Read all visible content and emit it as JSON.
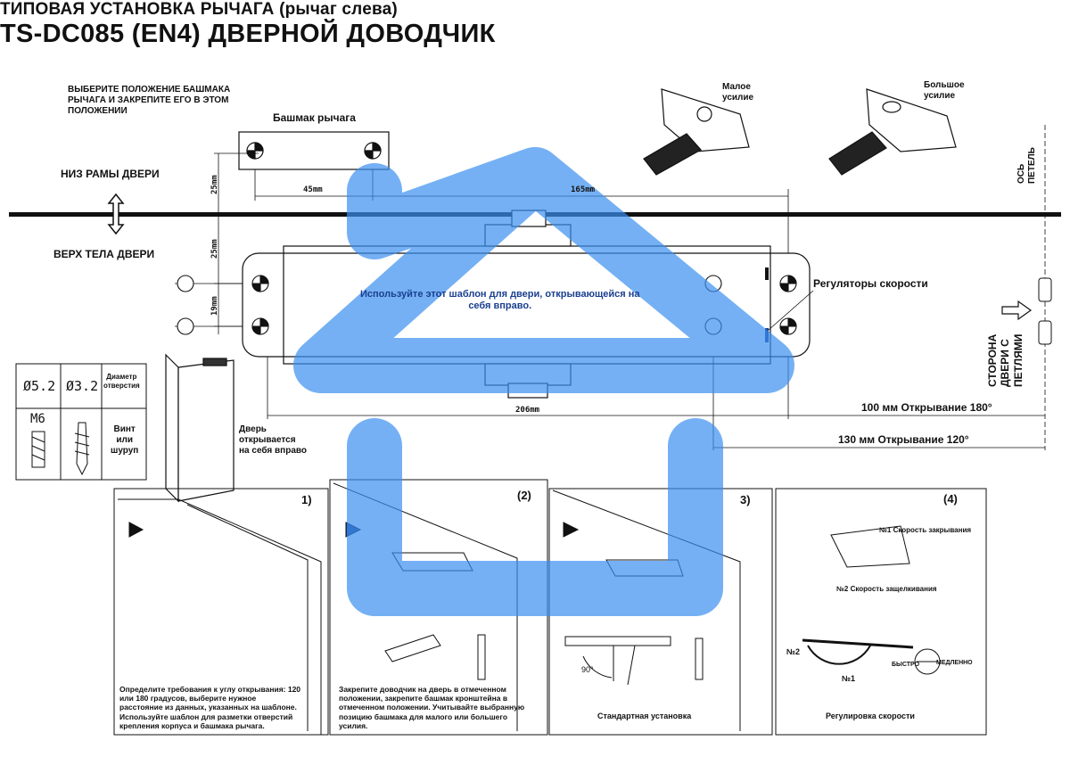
{
  "header": {
    "title_left": "ТИПОВАЯ УСТАНОВКА РЫЧАГА (рычаг слева)",
    "title_right": "TS-DC085 (EN4) ДВЕРНОЙ ДОВОДЧИК"
  },
  "template": {
    "select_position_note": "ВЫБЕРИТЕ ПОЛОЖЕНИЕ БАШМАКА\nРЫЧАГА И ЗАКРЕПИТЕ ЕГО В ЭТОМ\nПОЛОЖЕНИИ",
    "lever_shoe_label": "Башмак рычага",
    "frame_bottom_label": "НИЗ РАМЫ ДВЕРИ",
    "door_top_label": "ВЕРХ ТЕЛА ДВЕРИ",
    "small_force_label": "Малое\nусилие",
    "large_force_label": "Большое\nусилие",
    "hinge_axis_label": "ОСЬ ПЕТЕЛЬ",
    "hinge_side_label": "СТОРОНА ДВЕРИ С ПЕТЛЯМИ",
    "speed_regulators_label": "Регуляторы скорости",
    "template_usage_note": "Используйте этот шаблон для двери, открывающейся на\nсебя вправо.",
    "dim_45": "45mm",
    "dim_165": "165mm",
    "dim_25_top": "25mm",
    "dim_25_bottom": "25mm",
    "dim_19": "19mm",
    "dim_206": "206mm",
    "opening_180": "100 мм   Открывание 180°",
    "opening_120": "130 мм   Открывание 120°"
  },
  "hole_table": {
    "d1": "Ø5.2",
    "d2": "Ø3.2",
    "diameter_label": "Диаметр\nотверстия",
    "screw_size": "M6",
    "screw_label": "Винт\nили\nшуруп"
  },
  "door_note": "Дверь\nоткрывается\nна себя вправо",
  "steps": [
    {
      "number": "1)",
      "caption": "Определите требования к углу открывания: 120\nили 180 градусов, выберите нужное\nрасстояние из данных, указанных на шаблоне.\nИспользуйте шаблон для разметки отверстий\nкрепления корпуса и башмака рычага."
    },
    {
      "number": "(2)",
      "caption": "Закрепите доводчик на дверь в отмеченном\nположении, закрепите башмак кронштейна в\nотмеченном положении. Учитывайте выбранную\nпозицию башмака для малого или большего\nусилия."
    },
    {
      "number": "3)",
      "caption": "Стандартная установка",
      "angle": "90°"
    },
    {
      "number": "(4)",
      "caption": "Регулировка скорости",
      "speed1": "№1 Скорость закрывания",
      "speed2": "№2 Скорость защелкивания",
      "n2": "№2",
      "n1": "№1",
      "fast": "БЫСТРО",
      "slow": "МЕДЛЕННО"
    }
  ],
  "colors": {
    "overlay": "#3b8ff0",
    "ink": "#111111"
  }
}
